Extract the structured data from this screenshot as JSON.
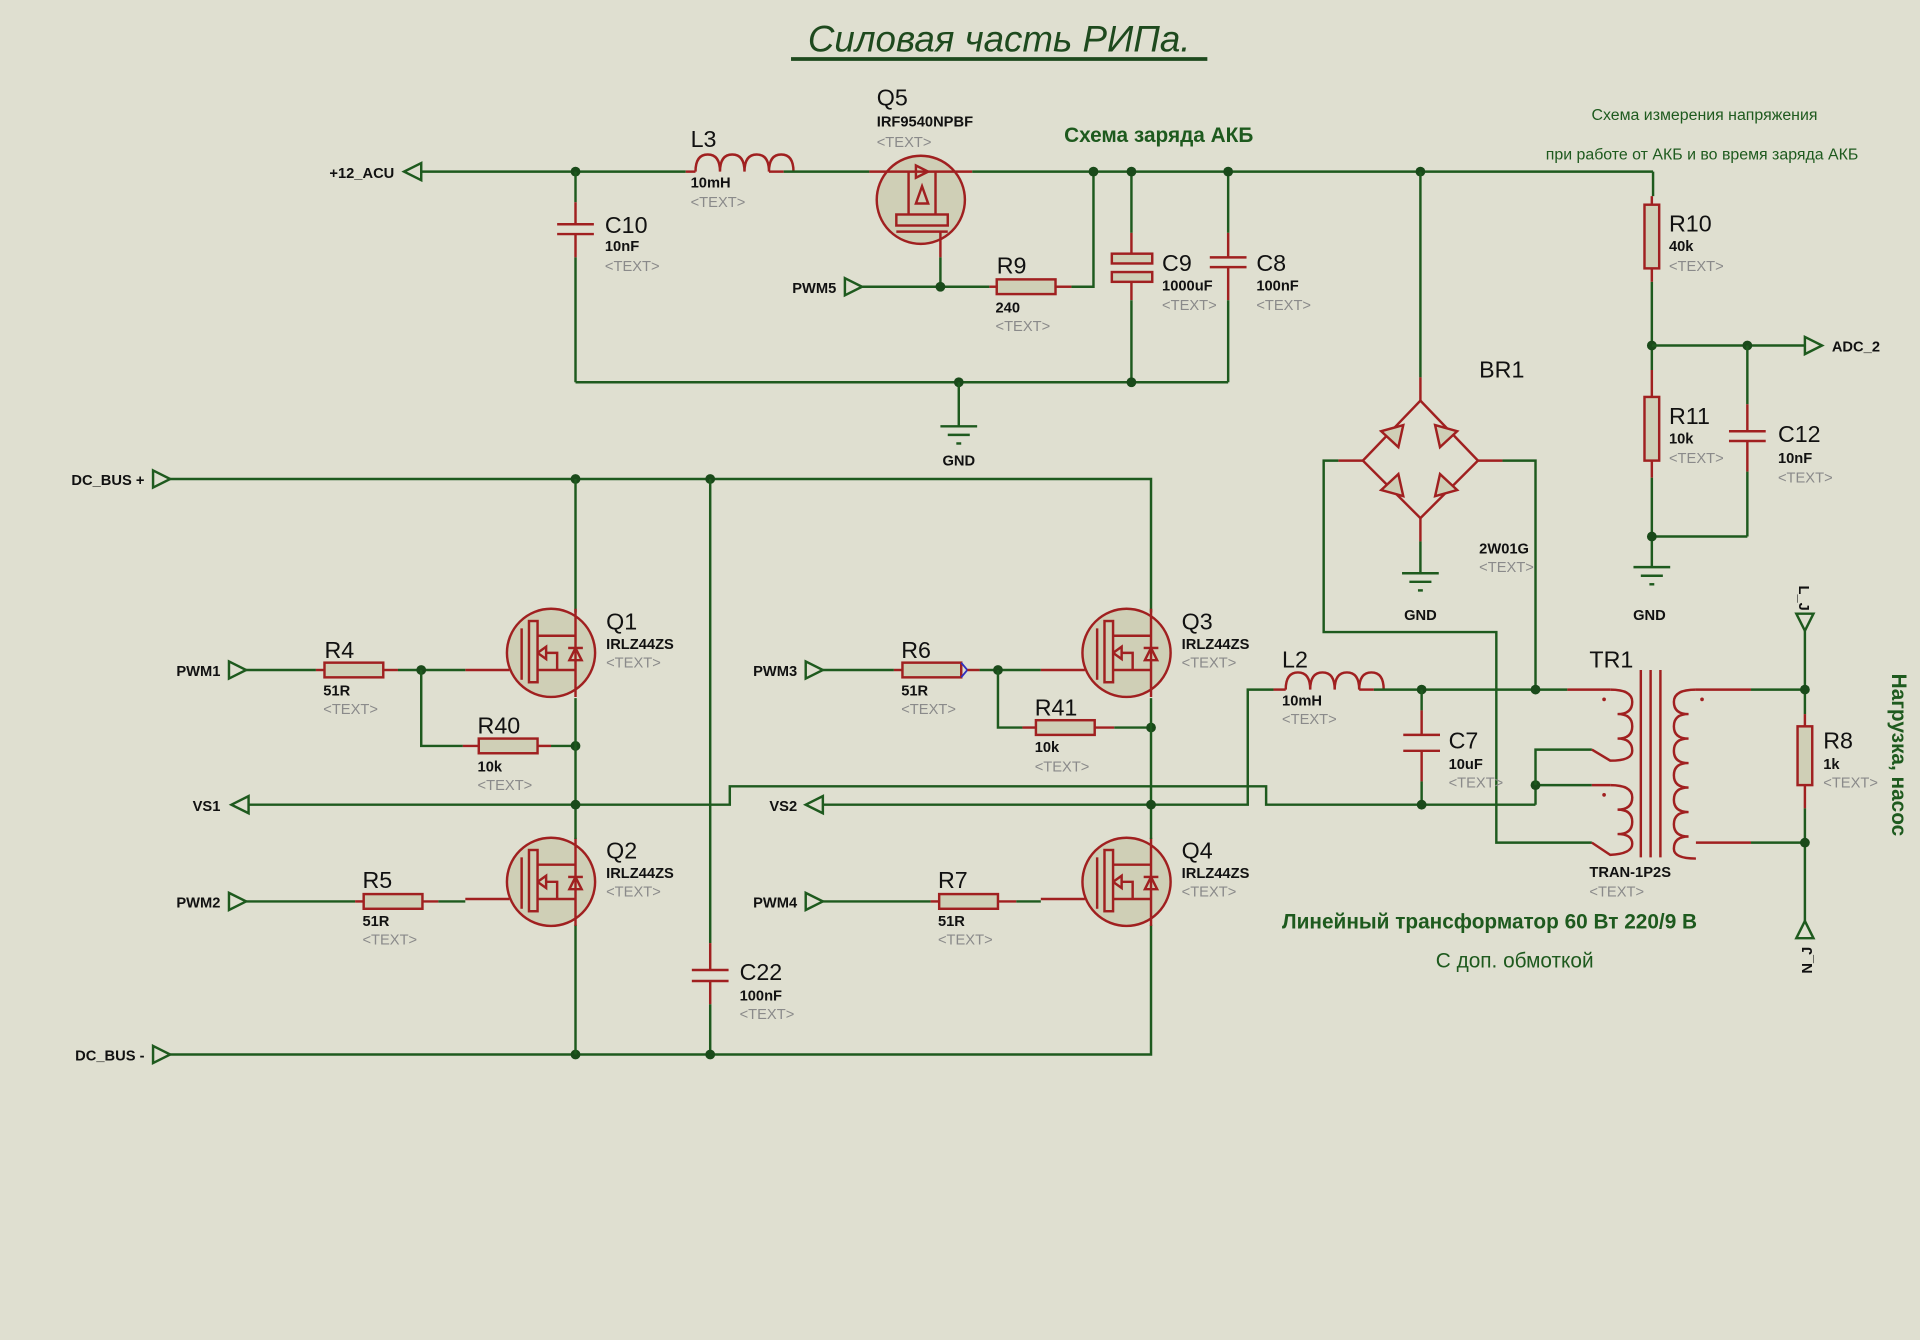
{
  "title": "Силовая часть РИПа.",
  "notes": {
    "charge": "Схема заряда АКБ",
    "measure_line1": "Схема измерения напряжения",
    "measure_line2": "при работе от АКБ и во время заряда АКБ",
    "transformer": "Линейный трансформатор 60 Вт 220/9 В",
    "transformer_sub": "С доп. обмоткой",
    "load": "Нагрузка, насос"
  },
  "terminals": {
    "acu": "+12_ACU",
    "pwm5": "PWM5",
    "adc2": "ADC_2",
    "dcbus_plus": "DC_BUS +",
    "dcbus_minus": "DC_BUS -",
    "pwm1": "PWM1",
    "pwm2": "PWM2",
    "pwm3": "PWM3",
    "pwm4": "PWM4",
    "vs1": "VS1",
    "vs2": "VS2",
    "gnd": "GND",
    "l_out": "L_J",
    "n_out": "N_J"
  },
  "placeholder_text": "<TEXT>",
  "components": {
    "L3": {
      "ref": "L3",
      "value": "10mH"
    },
    "C10": {
      "ref": "C10",
      "value": "10nF"
    },
    "Q5": {
      "ref": "Q5",
      "value": "IRF9540NPBF"
    },
    "R9": {
      "ref": "R9",
      "value": "240"
    },
    "C9": {
      "ref": "C9",
      "value": "1000uF"
    },
    "C8": {
      "ref": "C8",
      "value": "100nF"
    },
    "R10": {
      "ref": "R10",
      "value": "40k"
    },
    "R11": {
      "ref": "R11",
      "value": "10k"
    },
    "C12": {
      "ref": "C12",
      "value": "10nF"
    },
    "BR1": {
      "ref": "BR1",
      "value": "2W01G"
    },
    "Q1": {
      "ref": "Q1",
      "value": "IRLZ44ZS"
    },
    "Q2": {
      "ref": "Q2",
      "value": "IRLZ44ZS"
    },
    "Q3": {
      "ref": "Q3",
      "value": "IRLZ44ZS"
    },
    "Q4": {
      "ref": "Q4",
      "value": "IRLZ44ZS"
    },
    "R4": {
      "ref": "R4",
      "value": "51R"
    },
    "R5": {
      "ref": "R5",
      "value": "51R"
    },
    "R6": {
      "ref": "R6",
      "value": "51R"
    },
    "R7": {
      "ref": "R7",
      "value": "51R"
    },
    "R40": {
      "ref": "R40",
      "value": "10k"
    },
    "R41": {
      "ref": "R41",
      "value": "10k"
    },
    "C22": {
      "ref": "C22",
      "value": "100nF"
    },
    "L2": {
      "ref": "L2",
      "value": "10mH"
    },
    "C7": {
      "ref": "C7",
      "value": "10uF"
    },
    "TR1": {
      "ref": "TR1",
      "value": "TRAN-1P2S"
    },
    "R8": {
      "ref": "R8",
      "value": "1k"
    }
  },
  "colors": {
    "background": "#dfdfd0",
    "wire": "#1e5a1e",
    "component": "#a02020",
    "component_fill": "#cfcfb6",
    "note_text": "#1e5a1e"
  }
}
